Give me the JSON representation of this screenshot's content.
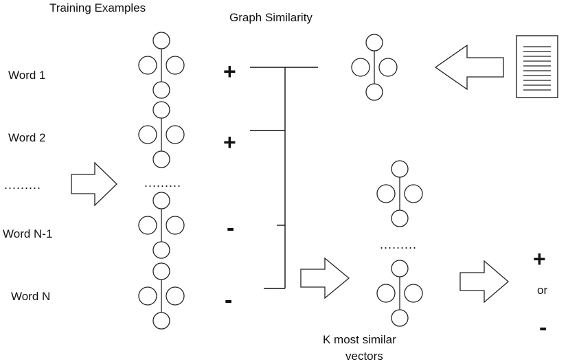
{
  "headings": {
    "training_examples": "Training Examples",
    "graph_similarity": "Graph Similarity"
  },
  "words": [
    "Word 1",
    "Word 2",
    "Word N-1",
    "Word N"
  ],
  "ellipsis": ".........",
  "signs": [
    "+",
    "+",
    "-",
    "-"
  ],
  "k_similar": {
    "line1": "K most similar",
    "line2": "vectors"
  },
  "result": {
    "plus": "+",
    "or": "or",
    "minus": "-"
  }
}
